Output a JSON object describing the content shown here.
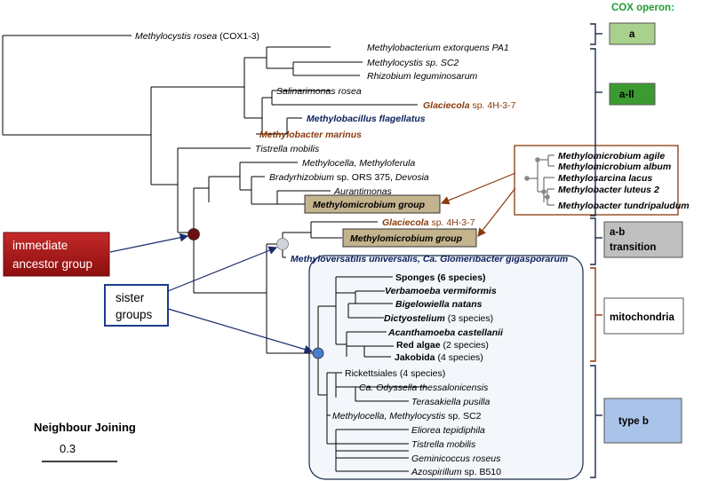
{
  "header": {
    "cox_operon": "COX operon:"
  },
  "colors": {
    "cox_header": "#1e9e2e",
    "box_a": "#a9d18e",
    "box_a_ii": "#3c9b30",
    "box_ab": "#bfbfbf",
    "box_typeb": "#a9c4e8",
    "group_box": "#c4b48e",
    "ancestor_fill": "#a01010",
    "brown_text": "#8a3a0a",
    "navy_text": "#0b1f5c"
  },
  "taxa": {
    "t1": {
      "a": "Methylocystis rosea",
      "b": " (COX1-3)"
    },
    "t2": "Methylobacterium extorquens PA1",
    "t3": "Methylocystis sp. SC2",
    "t4": "Rhizobium leguminosarum",
    "t5": "Salinarimonas rosea",
    "t6": {
      "a": "Glaciecola",
      "b": " sp. 4H-3-7"
    },
    "t7": "Methylobacillus flagellatus",
    "t8": "Methylobacter marinus",
    "t9": "Tistrella mobilis",
    "t10": "Methylocella, Methyloferula",
    "t11": {
      "a": "Bradyrhizobium",
      "b": " sp. ORS 375, ",
      "c": "Devosia"
    },
    "t12": "Aurantimonas",
    "t13": "Methylomicrobium group",
    "t14": {
      "a": "Glaciecola",
      "b": " sp. 4H-3-7"
    },
    "t15": "Methylomicrobium group",
    "t16": "Methyloversatilis universalis, Ca. Glomeribacter gigasporarum",
    "m1": "Sponges (6 species)",
    "m2": "Verbamoeba vermiformis",
    "m3": "Bigelowiella natans",
    "m4": {
      "a": "Dictyostelium",
      "b": " (3 species)"
    },
    "m5": "Acanthamoeba castellanii",
    "m6": {
      "a": "Red algae",
      "b": " (2 species)"
    },
    "m7": {
      "a": "Jakobida",
      "b": " (4 species)"
    },
    "b1": "Rickettsiales (4 species)",
    "b2": "Ca. Odyssella thessalonicensis",
    "b3": "Terasakiella pusilla",
    "b4": {
      "a": "Methylocella, Methylocystis",
      "b": " sp. SC2"
    },
    "b5": "Eliorea  tepidiphila",
    "b6": "Tistrella mobilis",
    "b7": "Geminicoccus roseus",
    "b8": {
      "a": "Azospirillum",
      "b": " sp. B510"
    }
  },
  "inset": {
    "items": [
      "Methylomicrobium agile",
      "Methylomicrobium album",
      "Methylosarcina lacus",
      "Methylobacter luteus  2",
      "Methylobacter tundripaludum"
    ]
  },
  "callouts": {
    "ancestor": [
      "immediate",
      "ancestor group"
    ],
    "sister": [
      "sister",
      "groups"
    ]
  },
  "operon_boxes": {
    "a": "a",
    "a_ii": "a-II",
    "ab": [
      "a-b",
      "transition"
    ],
    "mito": "mitochondria",
    "typeb": "type b"
  },
  "scale": {
    "method": "Neighbour Joining",
    "value": "0.3"
  }
}
